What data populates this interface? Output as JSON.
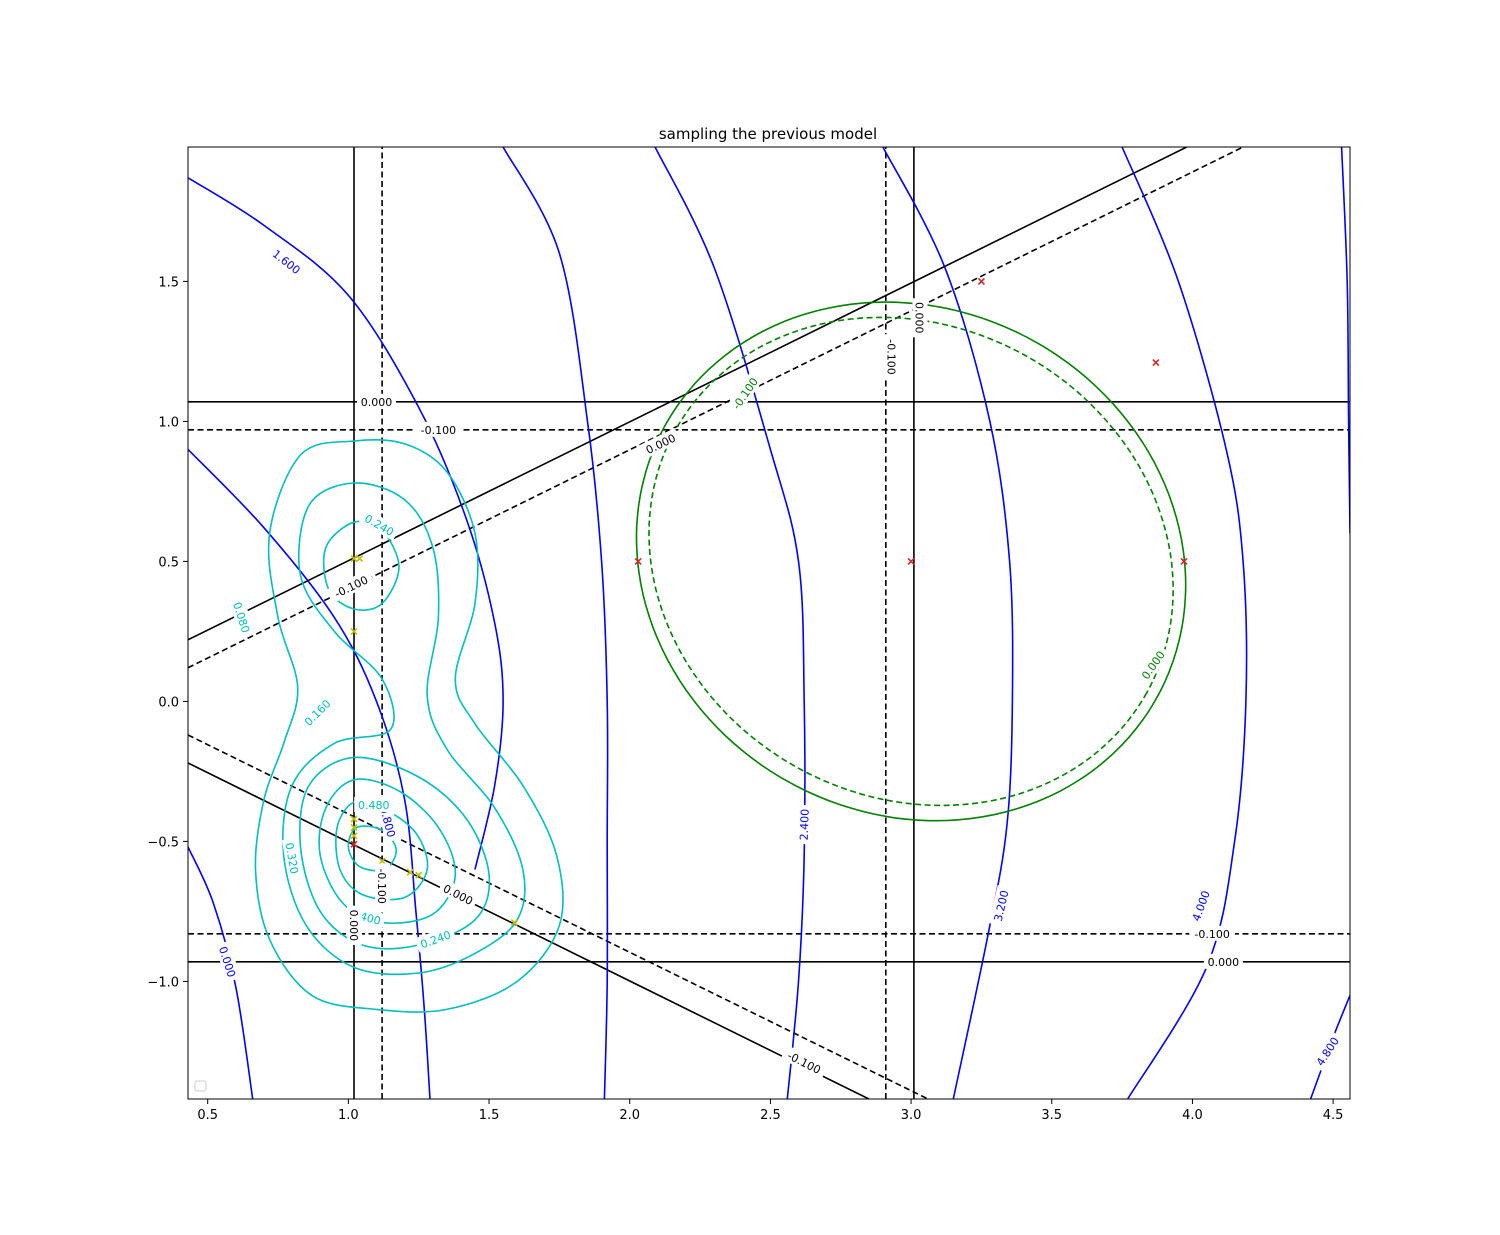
{
  "chart_data": {
    "type": "contour",
    "title": "sampling the previous model",
    "xlabel": "",
    "ylabel": "",
    "xlim": [
      0.43,
      4.56
    ],
    "ylim": [
      -1.42,
      1.98
    ],
    "x_ticks": [
      "0.5",
      "1.0",
      "1.5",
      "2.0",
      "2.5",
      "3.0",
      "3.5",
      "4.0",
      "4.5"
    ],
    "y_ticks": [
      "−1.0",
      "−0.5",
      "0.0",
      "0.5",
      "1.0",
      "1.5"
    ],
    "legend": {
      "placement": "lower-left",
      "entries": []
    },
    "grid": false,
    "colors": {
      "objective": "#0000ff",
      "density": "#00bfbf",
      "ellipse": "#008000",
      "constraint": "#000000",
      "sample_red": "#d62728",
      "sample_yellow": "#bfbf00"
    },
    "objective_contours": [
      {
        "level": "0.000",
        "points": [
          [
            0.43,
            -0.52
          ],
          [
            0.52,
            -0.72
          ],
          [
            0.6,
            -1.02
          ],
          [
            0.66,
            -1.42
          ]
        ]
      },
      {
        "level": "1.600",
        "points": [
          [
            0.43,
            1.87
          ],
          [
            0.7,
            1.7
          ],
          [
            1.0,
            1.45
          ],
          [
            1.25,
            1.05
          ],
          [
            1.42,
            0.65
          ],
          [
            1.52,
            0.28
          ],
          [
            1.55,
            0.0
          ],
          [
            1.52,
            -0.3
          ],
          [
            1.45,
            -0.6
          ]
        ]
      },
      {
        "level": "0.800",
        "points": [
          [
            0.43,
            0.9
          ],
          [
            0.7,
            0.62
          ],
          [
            0.95,
            0.3
          ],
          [
            1.1,
            0.0
          ],
          [
            1.2,
            -0.35
          ],
          [
            1.24,
            -0.75
          ],
          [
            1.27,
            -1.1
          ],
          [
            1.29,
            -1.42
          ]
        ]
      },
      {
        "level": "",
        "points": [
          [
            1.55,
            1.98
          ],
          [
            1.75,
            1.6
          ],
          [
            1.85,
            1.0
          ],
          [
            1.9,
            0.5
          ],
          [
            1.92,
            0.0
          ],
          [
            1.92,
            -0.5
          ],
          [
            1.92,
            -1.0
          ],
          [
            1.91,
            -1.42
          ]
        ]
      },
      {
        "level": "2.400",
        "points": [
          [
            2.09,
            1.98
          ],
          [
            2.3,
            1.55
          ],
          [
            2.5,
            0.9
          ],
          [
            2.6,
            0.5
          ],
          [
            2.62,
            0.0
          ],
          [
            2.62,
            -0.55
          ],
          [
            2.6,
            -1.0
          ],
          [
            2.56,
            -1.42
          ]
        ]
      },
      {
        "level": "3.200",
        "points": [
          [
            2.9,
            1.98
          ],
          [
            3.12,
            1.55
          ],
          [
            3.28,
            1.0
          ],
          [
            3.35,
            0.5
          ],
          [
            3.36,
            0.0
          ],
          [
            3.34,
            -0.45
          ],
          [
            3.27,
            -0.85
          ],
          [
            3.15,
            -1.42
          ]
        ]
      },
      {
        "level": "4.000",
        "points": [
          [
            3.75,
            1.98
          ],
          [
            3.95,
            1.5
          ],
          [
            4.12,
            0.9
          ],
          [
            4.18,
            0.5
          ],
          [
            4.19,
            0.0
          ],
          [
            4.15,
            -0.5
          ],
          [
            4.05,
            -0.95
          ],
          [
            3.77,
            -1.42
          ]
        ]
      },
      {
        "level": "4.800",
        "points": [
          [
            4.53,
            1.98
          ],
          [
            4.55,
            1.5
          ],
          [
            4.555,
            1.0
          ],
          [
            4.56,
            0.6
          ]
        ]
      },
      {
        "level": "4.800",
        "points": [
          [
            4.56,
            -1.05
          ],
          [
            4.5,
            -1.2
          ],
          [
            4.42,
            -1.42
          ]
        ]
      }
    ],
    "density_contours": [
      {
        "level": "0.080",
        "points": [
          [
            1.02,
            0.93
          ],
          [
            0.83,
            0.88
          ],
          [
            0.72,
            0.6
          ],
          [
            0.75,
            0.3
          ],
          [
            0.82,
            0.05
          ],
          [
            0.77,
            -0.15
          ],
          [
            0.7,
            -0.35
          ],
          [
            0.67,
            -0.6
          ],
          [
            0.72,
            -0.85
          ],
          [
            0.87,
            -1.05
          ],
          [
            1.1,
            -1.1
          ],
          [
            1.35,
            -1.1
          ],
          [
            1.6,
            -1.0
          ],
          [
            1.75,
            -0.8
          ],
          [
            1.74,
            -0.55
          ],
          [
            1.62,
            -0.3
          ],
          [
            1.45,
            -0.08
          ],
          [
            1.38,
            0.08
          ],
          [
            1.45,
            0.35
          ],
          [
            1.45,
            0.6
          ],
          [
            1.35,
            0.82
          ],
          [
            1.2,
            0.92
          ],
          [
            1.02,
            0.93
          ]
        ]
      },
      {
        "level": "0.160",
        "points": [
          [
            1.02,
            0.78
          ],
          [
            0.86,
            0.7
          ],
          [
            0.83,
            0.45
          ],
          [
            0.95,
            0.25
          ],
          [
            1.12,
            0.08
          ],
          [
            1.15,
            -0.1
          ],
          [
            0.95,
            -0.15
          ],
          [
            0.8,
            -0.3
          ],
          [
            0.77,
            -0.55
          ],
          [
            0.85,
            -0.8
          ],
          [
            1.02,
            -0.95
          ],
          [
            1.25,
            -0.97
          ],
          [
            1.45,
            -0.9
          ],
          [
            1.6,
            -0.78
          ],
          [
            1.62,
            -0.6
          ],
          [
            1.52,
            -0.38
          ],
          [
            1.35,
            -0.17
          ],
          [
            1.28,
            0.02
          ],
          [
            1.32,
            0.3
          ],
          [
            1.3,
            0.55
          ],
          [
            1.2,
            0.72
          ],
          [
            1.02,
            0.78
          ]
        ]
      },
      {
        "level": "0.240",
        "points": [
          [
            1.02,
            0.64
          ],
          [
            0.92,
            0.55
          ],
          [
            0.93,
            0.4
          ],
          [
            1.02,
            0.33
          ],
          [
            1.12,
            0.35
          ],
          [
            1.18,
            0.48
          ],
          [
            1.12,
            0.61
          ],
          [
            1.02,
            0.64
          ]
        ]
      },
      {
        "level": "0.240",
        "points": [
          [
            1.02,
            -0.2
          ],
          [
            0.86,
            -0.3
          ],
          [
            0.83,
            -0.52
          ],
          [
            0.9,
            -0.75
          ],
          [
            1.05,
            -0.87
          ],
          [
            1.25,
            -0.87
          ],
          [
            1.45,
            -0.78
          ],
          [
            1.5,
            -0.62
          ],
          [
            1.42,
            -0.42
          ],
          [
            1.25,
            -0.27
          ],
          [
            1.02,
            -0.2
          ]
        ]
      },
      {
        "level": "0.320",
        "points": [
          [
            1.02,
            -0.28
          ],
          [
            0.92,
            -0.38
          ],
          [
            0.9,
            -0.55
          ],
          [
            0.98,
            -0.72
          ],
          [
            1.12,
            -0.79
          ],
          [
            1.3,
            -0.76
          ],
          [
            1.38,
            -0.62
          ],
          [
            1.32,
            -0.45
          ],
          [
            1.18,
            -0.32
          ],
          [
            1.02,
            -0.28
          ]
        ]
      },
      {
        "level": "0.400",
        "points": [
          [
            1.02,
            -0.36
          ],
          [
            0.96,
            -0.45
          ],
          [
            0.97,
            -0.6
          ],
          [
            1.05,
            -0.69
          ],
          [
            1.2,
            -0.7
          ],
          [
            1.28,
            -0.6
          ],
          [
            1.24,
            -0.47
          ],
          [
            1.12,
            -0.38
          ],
          [
            1.02,
            -0.36
          ]
        ]
      },
      {
        "level": "0.480",
        "points": [
          [
            1.03,
            -0.45
          ],
          [
            1.0,
            -0.52
          ],
          [
            1.04,
            -0.59
          ],
          [
            1.13,
            -0.6
          ],
          [
            1.17,
            -0.53
          ],
          [
            1.12,
            -0.46
          ],
          [
            1.03,
            -0.45
          ]
        ]
      }
    ],
    "ellipse_contours": [
      {
        "level": "0.000",
        "style": "solid",
        "center": [
          3.0,
          0.5
        ],
        "rx": 1.0,
        "ry": 0.9,
        "rotation_deg": -30
      },
      {
        "level": "-0.100",
        "style": "dashed",
        "center": [
          3.0,
          0.5
        ],
        "rx": 0.96,
        "ry": 0.84,
        "rotation_deg": -30
      }
    ],
    "constraint_lines": [
      {
        "level": "0.000",
        "style": "solid",
        "points": [
          [
            1.02,
            -1.42
          ],
          [
            1.02,
            1.98
          ]
        ]
      },
      {
        "level": "-0.100",
        "style": "dashed",
        "points": [
          [
            1.12,
            -1.42
          ],
          [
            1.12,
            1.98
          ]
        ]
      },
      {
        "level": "-0.100",
        "style": "dashed",
        "points": [
          [
            2.91,
            -1.42
          ],
          [
            2.91,
            1.98
          ]
        ]
      },
      {
        "level": "0.000",
        "style": "solid",
        "points": [
          [
            3.01,
            -1.42
          ],
          [
            3.01,
            1.98
          ]
        ]
      },
      {
        "level": "0.000",
        "style": "solid",
        "points": [
          [
            0.43,
            1.07
          ],
          [
            4.56,
            1.07
          ]
        ]
      },
      {
        "level": "-0.100",
        "style": "dashed",
        "points": [
          [
            0.43,
            0.97
          ],
          [
            4.56,
            0.97
          ]
        ]
      },
      {
        "level": "-0.100",
        "style": "dashed",
        "points": [
          [
            0.43,
            -0.83
          ],
          [
            4.56,
            -0.83
          ]
        ]
      },
      {
        "level": "0.000",
        "style": "solid",
        "points": [
          [
            0.43,
            -0.93
          ],
          [
            4.56,
            -0.93
          ]
        ]
      },
      {
        "level": "0.000",
        "style": "solid",
        "points": [
          [
            0.43,
            0.22
          ],
          [
            3.98,
            1.98
          ]
        ]
      },
      {
        "level": "-0.100",
        "style": "dashed",
        "points": [
          [
            0.43,
            0.12
          ],
          [
            4.18,
            1.98
          ]
        ]
      },
      {
        "level": "-0.100",
        "style": "dashed",
        "points": [
          [
            0.43,
            -0.12
          ],
          [
            3.06,
            -1.42
          ]
        ]
      },
      {
        "level": "0.000",
        "style": "solid",
        "points": [
          [
            0.43,
            -0.22
          ],
          [
            2.85,
            -1.42
          ]
        ]
      }
    ],
    "contour_labels": [
      {
        "text": "1.600",
        "x": 0.78,
        "y": 1.57,
        "angle": 38,
        "color": "objective"
      },
      {
        "text": "0.800",
        "x": 1.14,
        "y": -0.43,
        "angle": 75,
        "color": "objective"
      },
      {
        "text": "0.000",
        "x": 0.57,
        "y": -0.93,
        "angle": 72,
        "color": "objective"
      },
      {
        "text": "2.400",
        "x": 2.62,
        "y": -0.44,
        "angle": -88,
        "color": "objective"
      },
      {
        "text": "3.200",
        "x": 3.32,
        "y": -0.73,
        "angle": -77,
        "color": "objective"
      },
      {
        "text": "4.000",
        "x": 4.03,
        "y": -0.73,
        "angle": -70,
        "color": "objective"
      },
      {
        "text": "4.800",
        "x": 4.48,
        "y": -1.25,
        "angle": -57,
        "color": "objective"
      },
      {
        "text": "0.240",
        "x": 1.11,
        "y": 0.63,
        "angle": 30,
        "color": "density"
      },
      {
        "text": "0.080",
        "x": 0.62,
        "y": 0.3,
        "angle": 72,
        "color": "density"
      },
      {
        "text": "0.160",
        "x": 0.89,
        "y": -0.04,
        "angle": -45,
        "color": "density"
      },
      {
        "text": "0.480",
        "x": 1.09,
        "y": -0.37,
        "angle": 0,
        "color": "density"
      },
      {
        "text": "0.320",
        "x": 0.8,
        "y": -0.56,
        "angle": 80,
        "color": "density"
      },
      {
        "text": "0.400",
        "x": 1.06,
        "y": -0.77,
        "angle": 15,
        "color": "density"
      },
      {
        "text": "0.240",
        "x": 1.31,
        "y": -0.85,
        "angle": -20,
        "color": "density"
      },
      {
        "text": "-0.100",
        "x": 2.41,
        "y": 1.1,
        "angle": -55,
        "color": "ellipse"
      },
      {
        "text": "0.000",
        "x": 3.86,
        "y": 0.13,
        "angle": -55,
        "color": "ellipse"
      },
      {
        "text": "0.000",
        "x": 1.1,
        "y": 1.07,
        "angle": 0,
        "color": "constraint"
      },
      {
        "text": "-0.100",
        "x": 1.32,
        "y": 0.97,
        "angle": 0,
        "color": "constraint"
      },
      {
        "text": "0.000",
        "x": 2.11,
        "y": 0.92,
        "angle": -26,
        "color": "constraint"
      },
      {
        "text": "-0.100",
        "x": 1.01,
        "y": 0.41,
        "angle": -26,
        "color": "constraint"
      },
      {
        "text": "0.000",
        "x": 3.03,
        "y": 1.37,
        "angle": 90,
        "color": "constraint"
      },
      {
        "text": "-0.100",
        "x": 2.93,
        "y": 1.23,
        "angle": 90,
        "color": "constraint"
      },
      {
        "text": "-0.100",
        "x": 1.12,
        "y": -0.66,
        "angle": 90,
        "color": "constraint"
      },
      {
        "text": "0.000",
        "x": 1.02,
        "y": -0.8,
        "angle": 90,
        "color": "constraint"
      },
      {
        "text": "0.000",
        "x": 1.39,
        "y": -0.69,
        "angle": 27,
        "color": "constraint"
      },
      {
        "text": "-0.100",
        "x": 2.62,
        "y": -1.29,
        "angle": 27,
        "color": "constraint"
      },
      {
        "text": "-0.100",
        "x": 4.07,
        "y": -0.83,
        "angle": 0,
        "color": "constraint"
      },
      {
        "text": "0.000",
        "x": 4.11,
        "y": -0.93,
        "angle": 0,
        "color": "constraint"
      }
    ],
    "samples_red": [
      [
        1.02,
        -0.51
      ],
      [
        2.63,
        -0.49
      ],
      [
        2.03,
        0.5
      ],
      [
        3.0,
        0.5
      ],
      [
        3.25,
        1.5
      ],
      [
        3.87,
        1.21
      ],
      [
        3.97,
        0.5
      ]
    ],
    "samples_yellow": [
      [
        1.02,
        0.51
      ],
      [
        1.04,
        0.51
      ],
      [
        1.02,
        0.25
      ],
      [
        1.02,
        -0.42
      ],
      [
        1.02,
        -0.45
      ],
      [
        1.02,
        -0.48
      ],
      [
        1.12,
        -0.57
      ],
      [
        1.22,
        -0.61
      ],
      [
        1.25,
        -0.62
      ],
      [
        1.4,
        -0.7
      ],
      [
        1.43,
        -0.72
      ],
      [
        1.59,
        -0.79
      ]
    ]
  }
}
